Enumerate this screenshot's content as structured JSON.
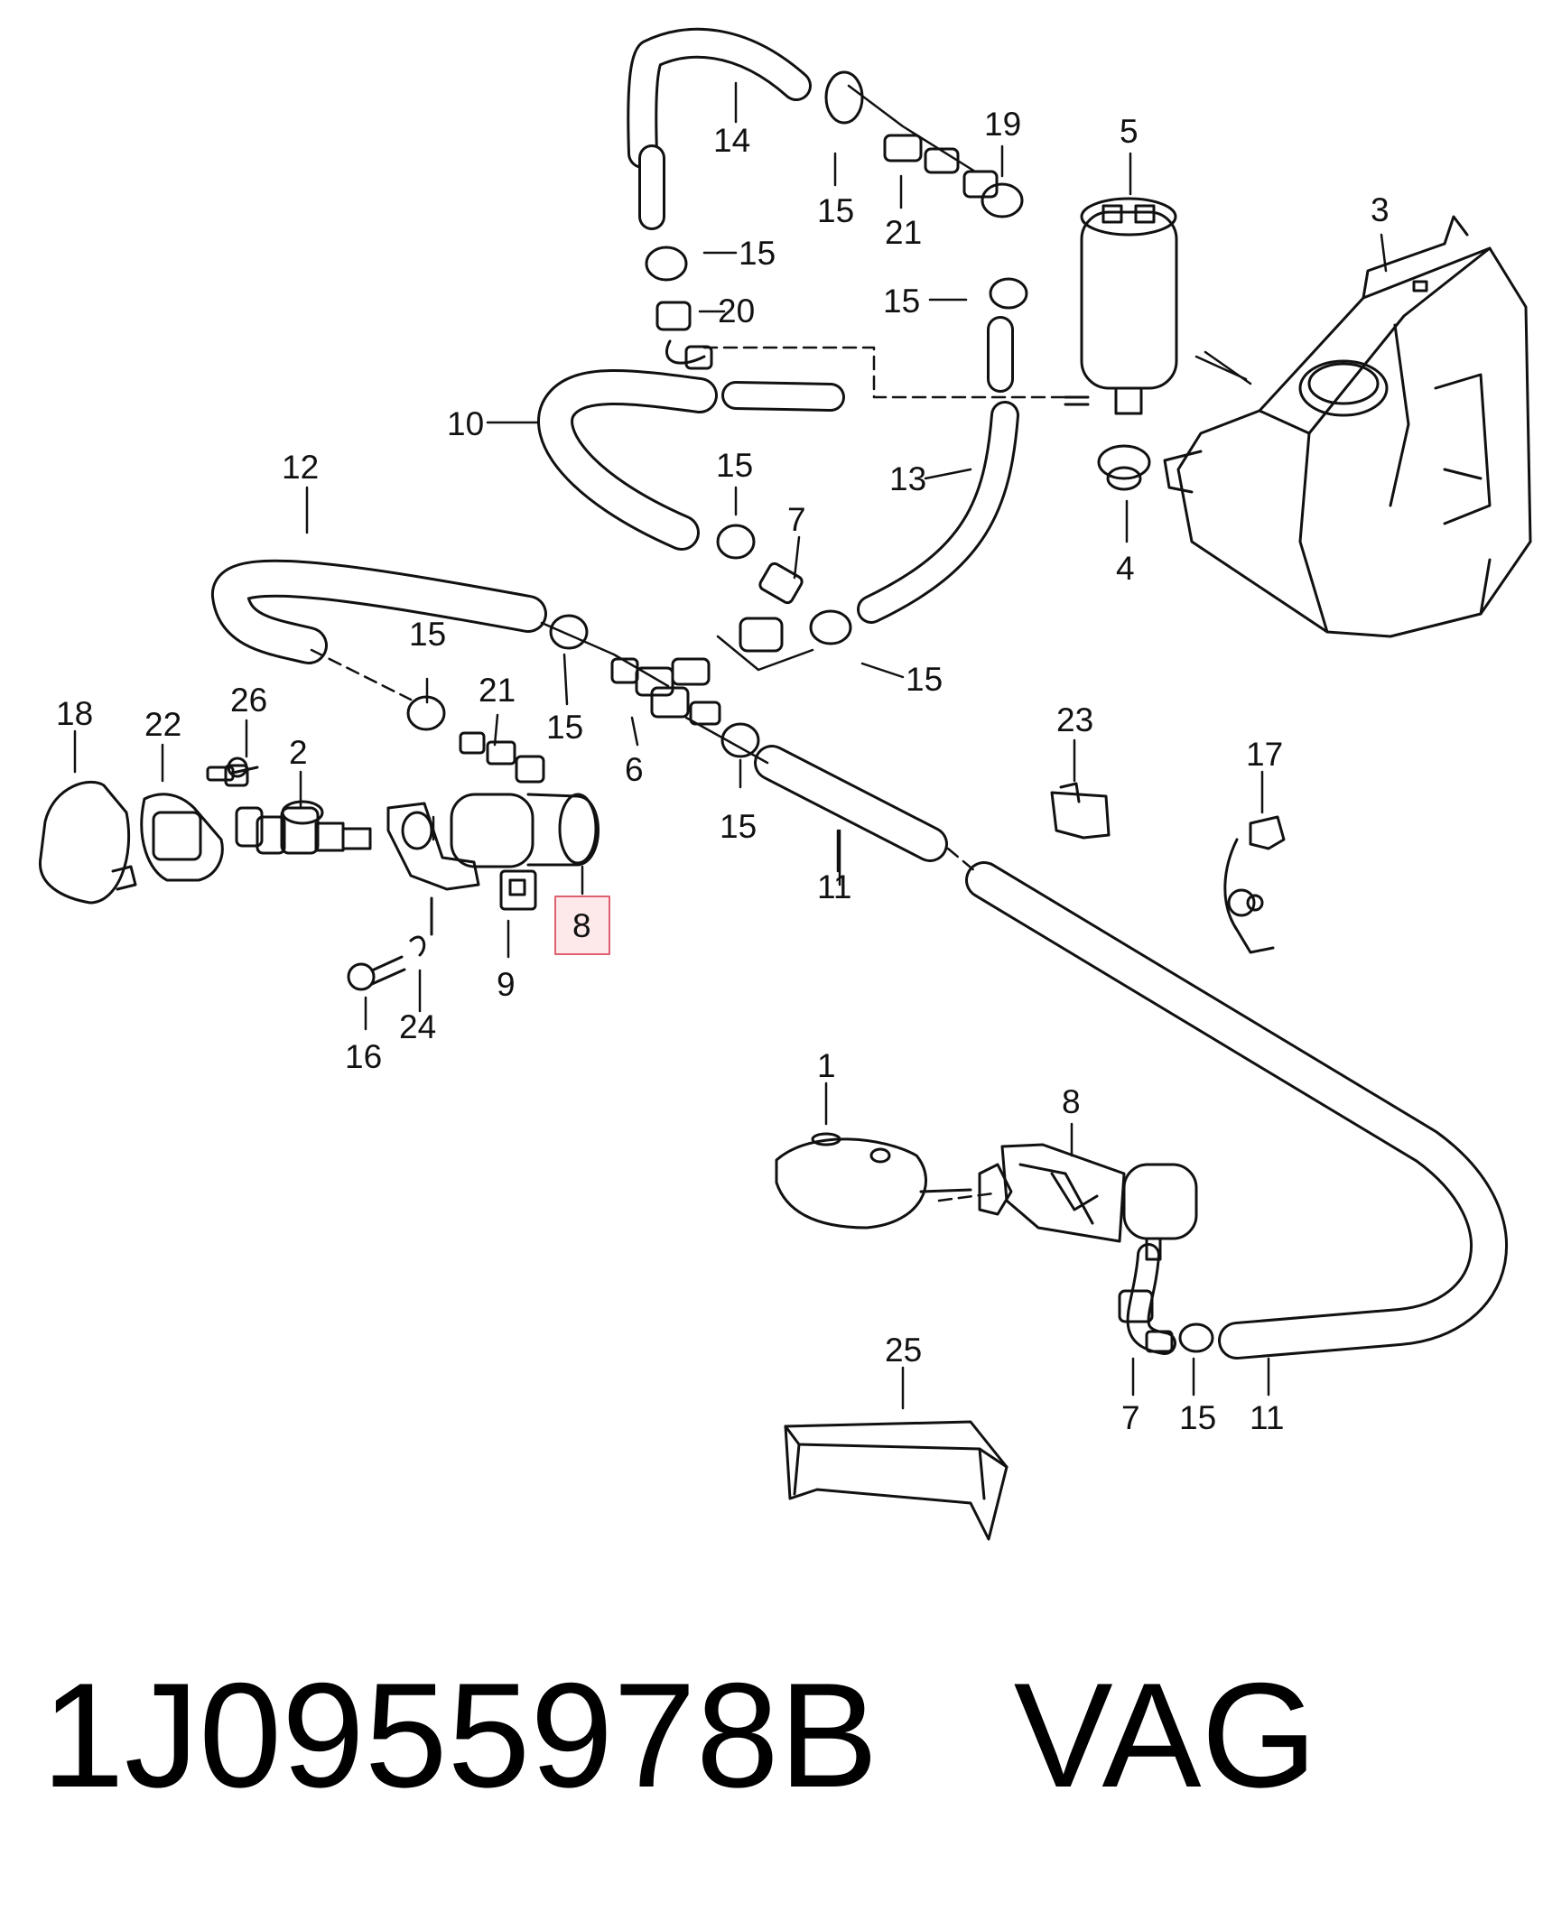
{
  "callouts": [
    "1",
    "2",
    "3",
    "4",
    "5",
    "6",
    "7",
    "8",
    "9",
    "10",
    "11",
    "12",
    "13",
    "14",
    "15",
    "16",
    "17",
    "18",
    "19",
    "20",
    "21",
    "22",
    "23",
    "24",
    "25",
    "26"
  ],
  "highlight_label": "8",
  "footer": {
    "part_number": "1J0955978B",
    "brand": "VAG"
  },
  "colors": {
    "line": "#111111",
    "highlight_fill": "#fde8ea",
    "highlight_stroke": "#e06070"
  }
}
